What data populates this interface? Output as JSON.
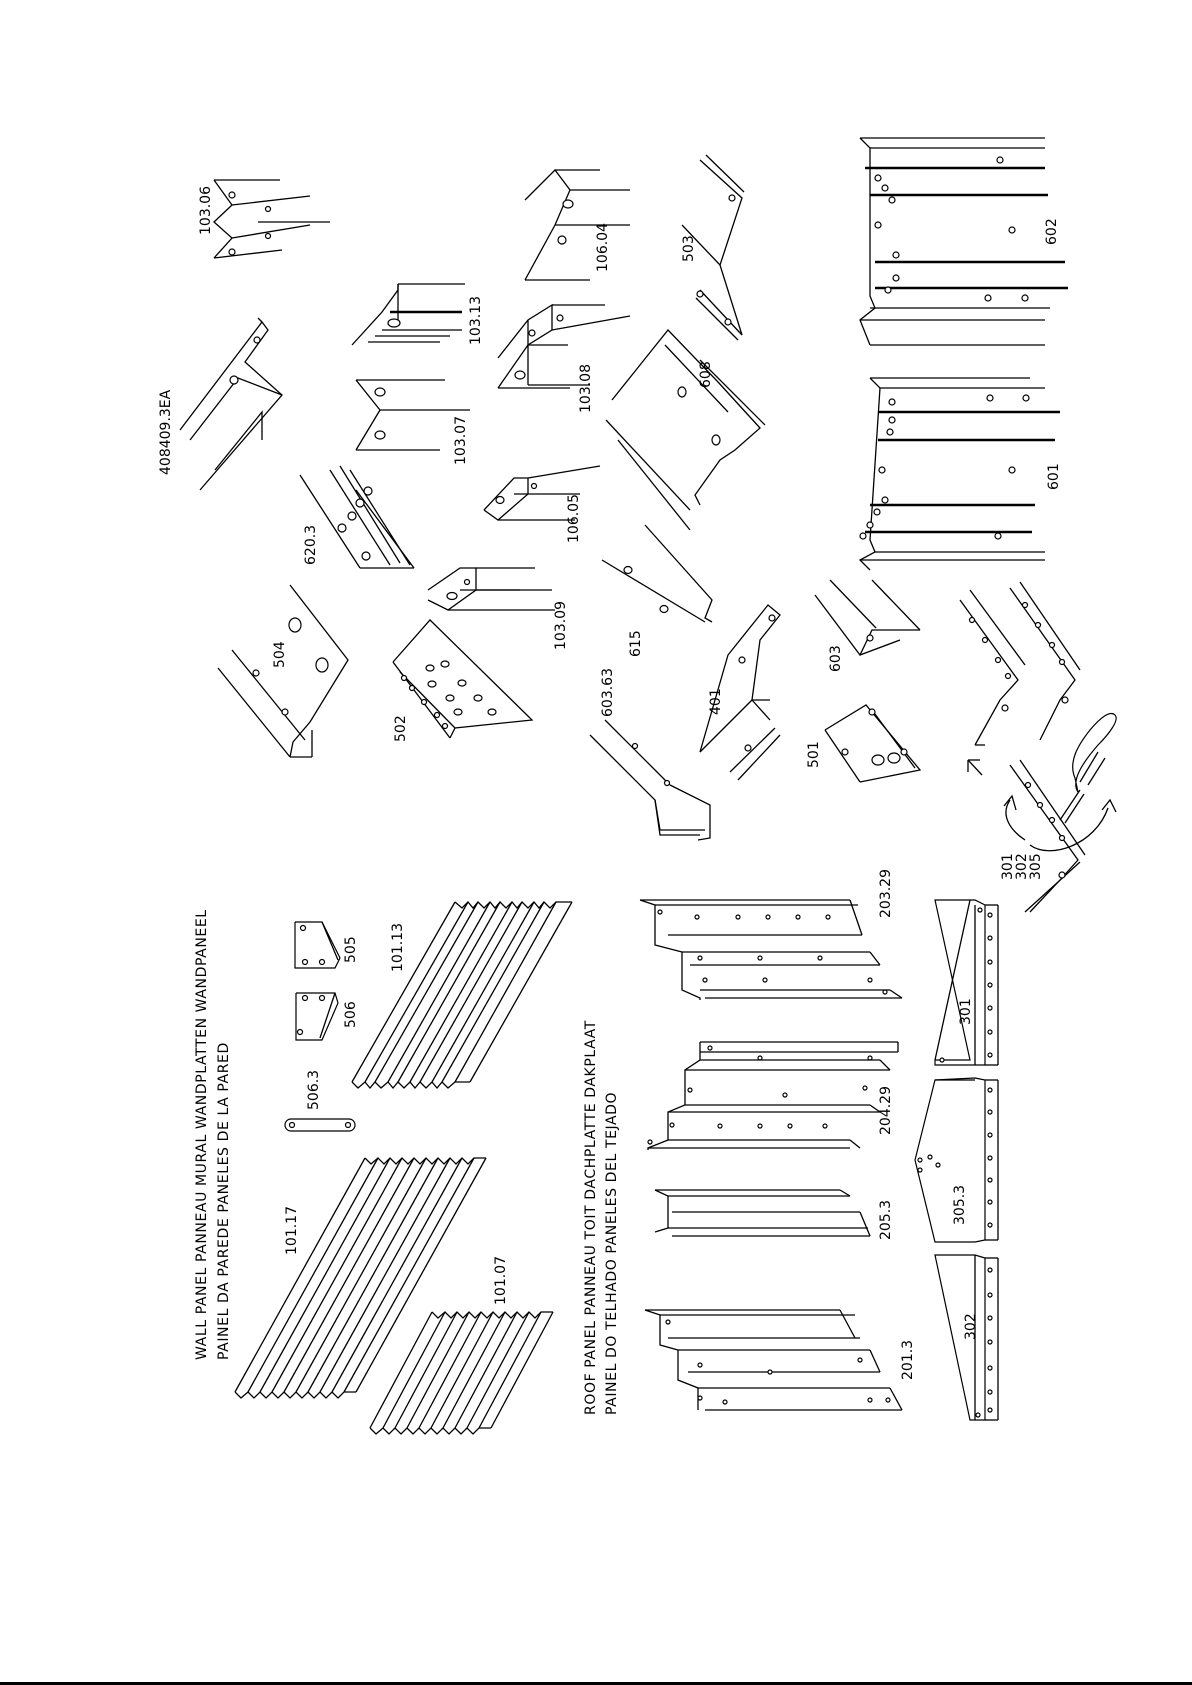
{
  "drawing_number": "408409.3EA",
  "titles": {
    "wall_line1": "WALL PANEL   PANNEAU MURAL   WANDPLATTEN   WANDPANEEL",
    "wall_line2": "PAINEL DA PAREDE   PANELES DE LA PARED",
    "roof_line1": "ROOF PANEL   PANNEAU TOIT   DACHPLATTE   DAKPLAAT",
    "roof_line2": "PAINEL DO TELHADO   PANELES DEL TEJADO"
  },
  "parts": {
    "p10306": "103.06",
    "p10604": "106.04",
    "p503": "503",
    "p602": "602",
    "p10313": "103.13",
    "p10308": "103.08",
    "p608": "608",
    "p10307": "103.07",
    "p6203": "620.3",
    "p10605": "106.05",
    "p601": "601",
    "p504": "504",
    "p10309": "103.09",
    "p615": "615",
    "p603": "603",
    "p502": "502",
    "p60363": "603.63",
    "p401": "401",
    "p501": "501",
    "p301302305_a": "301",
    "p301302305_b": "302",
    "p301302305_c": "305",
    "p505": "505",
    "p506": "506",
    "p5063": "506.3",
    "p10113": "101.13",
    "p10117": "101.17",
    "p10107": "101.07",
    "p20329": "203.29",
    "p20429": "204.29",
    "p2053": "205.3",
    "p2013": "201.3",
    "p301": "301",
    "p3053": "305.3",
    "p302": "302"
  },
  "icons": [
    "screwdriver-icon",
    "rotate-arrow-icon"
  ]
}
